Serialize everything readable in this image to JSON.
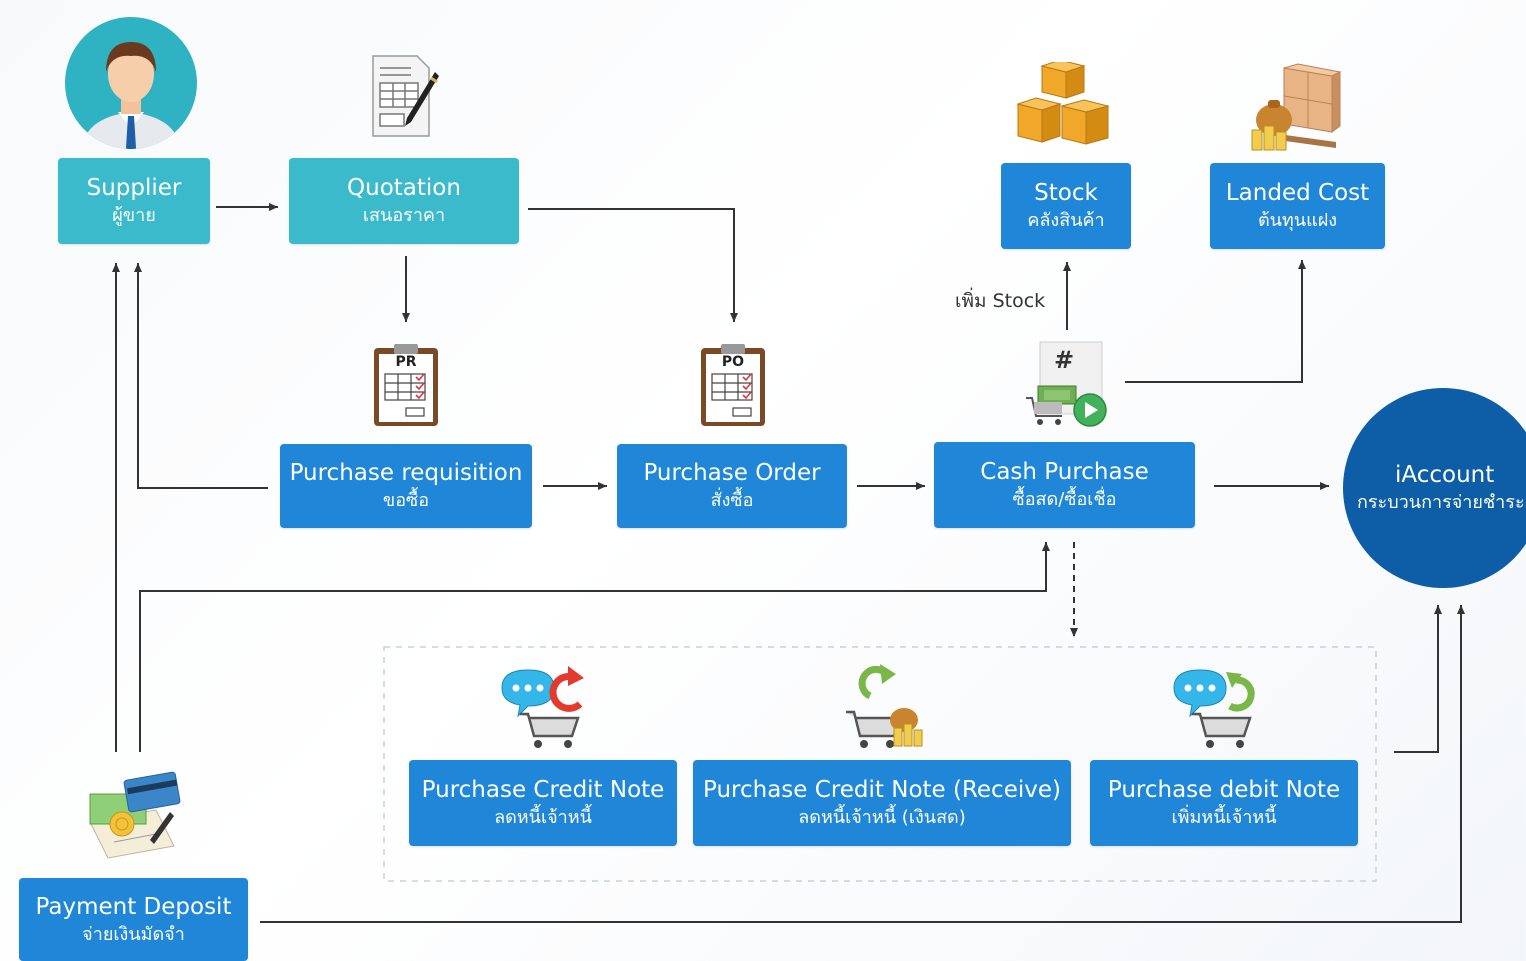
{
  "nodes": {
    "supplier": {
      "title": "Supplier",
      "subtitle": "ผู้ขาย"
    },
    "quotation": {
      "title": "Quotation",
      "subtitle": "เสนอราคา"
    },
    "stock": {
      "title": "Stock",
      "subtitle": "คลังสินค้า"
    },
    "landed_cost": {
      "title": "Landed Cost",
      "subtitle": "ต้นทุนแฝง"
    },
    "purchase_requisition": {
      "title": "Purchase requisition",
      "subtitle": "ขอซื้อ"
    },
    "purchase_order": {
      "title": "Purchase Order",
      "subtitle": "สั่งซื้อ"
    },
    "cash_purchase": {
      "title": "Cash Purchase",
      "subtitle": "ซื้อสด/ซื้อเชื่อ"
    },
    "iaccount": {
      "title": "iAccount",
      "subtitle": "กระบวนการจ่ายชำระ"
    },
    "purchase_credit_note": {
      "title": "Purchase Credit Note",
      "subtitle": "ลดหนี้เจ้าหนี้"
    },
    "purchase_credit_note_receive": {
      "title": "Purchase Credit Note (Receive)",
      "subtitle": "ลดหนี้เจ้าหนี้ (เงินสด)"
    },
    "purchase_debit_note": {
      "title": "Purchase debit Note",
      "subtitle": "เพิ่มหนี้เจ้าหนี้"
    },
    "payment_deposit": {
      "title": "Payment Deposit",
      "subtitle": "จ่ายเงินมัดจำ"
    }
  },
  "labels": {
    "add_stock": "เพิ่ม Stock"
  },
  "icon_text": {
    "pr": "PR",
    "po": "PO",
    "hash": "#"
  },
  "colors": {
    "teal": "#3bbacb",
    "blue": "#1f86d8",
    "navy": "#0d5ea6",
    "line": "#333333"
  },
  "icons": [
    "person-avatar-icon",
    "quotation-document-icon",
    "pr-clipboard-icon",
    "po-clipboard-icon",
    "boxes-icon",
    "landed-cost-icon",
    "cash-purchase-icon",
    "credit-note-icon",
    "credit-note-receive-icon",
    "debit-note-icon",
    "payment-cards-icon"
  ]
}
